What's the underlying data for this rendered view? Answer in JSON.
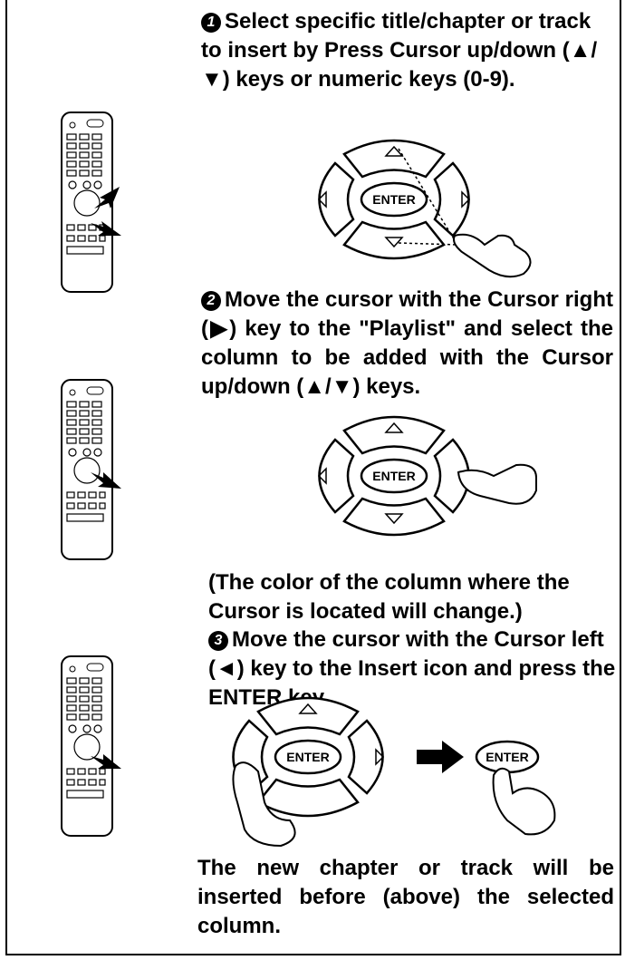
{
  "steps": [
    {
      "marker": "1",
      "text": "Select specific  title/chapter or track  to insert by Press Cursor up/down (▲/▼) keys or numeric keys (0-9)."
    },
    {
      "marker": "2",
      "text": "Move the cursor with the Cursor right (▶) key to the \"Playlist\" and select the column to be added with the Cursor up/down (▲/▼) keys."
    },
    {
      "marker": "3",
      "text": "Move the cursor with the Cursor left (◄) key to the Insert icon and press the ENTER key."
    }
  ],
  "note": "(The color of the column where the Cursor is located will change.)",
  "footer": "The new chapter or track will be inserted before (above) the selected column.",
  "enter_label": "ENTER"
}
